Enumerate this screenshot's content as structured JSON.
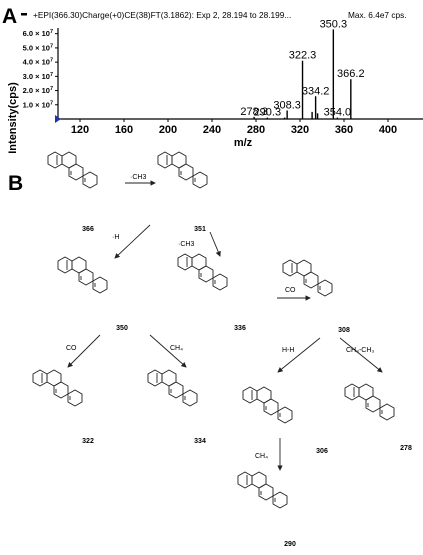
{
  "panel_a": {
    "letter": "A",
    "header": "+EPI(366.30)Charge(+0)CE(38)FT(3.1862): Exp 2, 28.194 to 28.199...",
    "max_text": "Max. 6.4e7 cps."
  },
  "panel_b": {
    "letter": "B",
    "compounds": [
      {
        "id": "c366",
        "label": "366"
      },
      {
        "id": "c351",
        "label": "351"
      },
      {
        "id": "c350",
        "label": "350"
      },
      {
        "id": "c336",
        "label": "336"
      },
      {
        "id": "c308",
        "label": "308"
      },
      {
        "id": "c322",
        "label": "322"
      },
      {
        "id": "c334",
        "label": "334"
      },
      {
        "id": "c306",
        "label": "306"
      },
      {
        "id": "c278",
        "label": "278"
      },
      {
        "id": "c290",
        "label": "290"
      }
    ],
    "transitions": [
      {
        "id": "t1",
        "label": "·CH3"
      },
      {
        "id": "t2",
        "label": "·H"
      },
      {
        "id": "t3",
        "label": "·CH3"
      },
      {
        "id": "t4",
        "label": "CO"
      },
      {
        "id": "t5",
        "label": "CO"
      },
      {
        "id": "t6",
        "label": "CH₄"
      },
      {
        "id": "t7",
        "label": "H-H"
      },
      {
        "id": "t8",
        "label": "CH₃-CH₃"
      },
      {
        "id": "t9",
        "label": "CH₄"
      }
    ]
  },
  "chart_data": {
    "type": "bar",
    "xlabel": "m/z",
    "ylabel": "Intensity(cps)",
    "xlim": [
      100,
      450
    ],
    "ylim": [
      0,
      6.4
    ],
    "y_unit_exponent": 7,
    "xticks": [
      120,
      160,
      200,
      240,
      280,
      320,
      360,
      400,
      440
    ],
    "yticks": [
      1.0,
      2.0,
      3.0,
      4.0,
      5.0,
      6.0
    ],
    "peaks": [
      {
        "mz": 278.3,
        "intensity": 0.15,
        "label": "278.3"
      },
      {
        "mz": 290.3,
        "intensity": 0.1,
        "label": "290.3"
      },
      {
        "mz": 306.0,
        "intensity": 0.1,
        "label": ""
      },
      {
        "mz": 308.3,
        "intensity": 0.6,
        "label": "308.3"
      },
      {
        "mz": 322.3,
        "intensity": 4.1,
        "label": "322.3"
      },
      {
        "mz": 331.0,
        "intensity": 0.5,
        "label": ""
      },
      {
        "mz": 334.2,
        "intensity": 1.6,
        "label": "334.2"
      },
      {
        "mz": 336.0,
        "intensity": 0.4,
        "label": ""
      },
      {
        "mz": 350.3,
        "intensity": 6.3,
        "label": "350.3"
      },
      {
        "mz": 354.0,
        "intensity": 0.1,
        "label": "354.0"
      },
      {
        "mz": 366.2,
        "intensity": 2.8,
        "label": "366.2"
      }
    ]
  }
}
